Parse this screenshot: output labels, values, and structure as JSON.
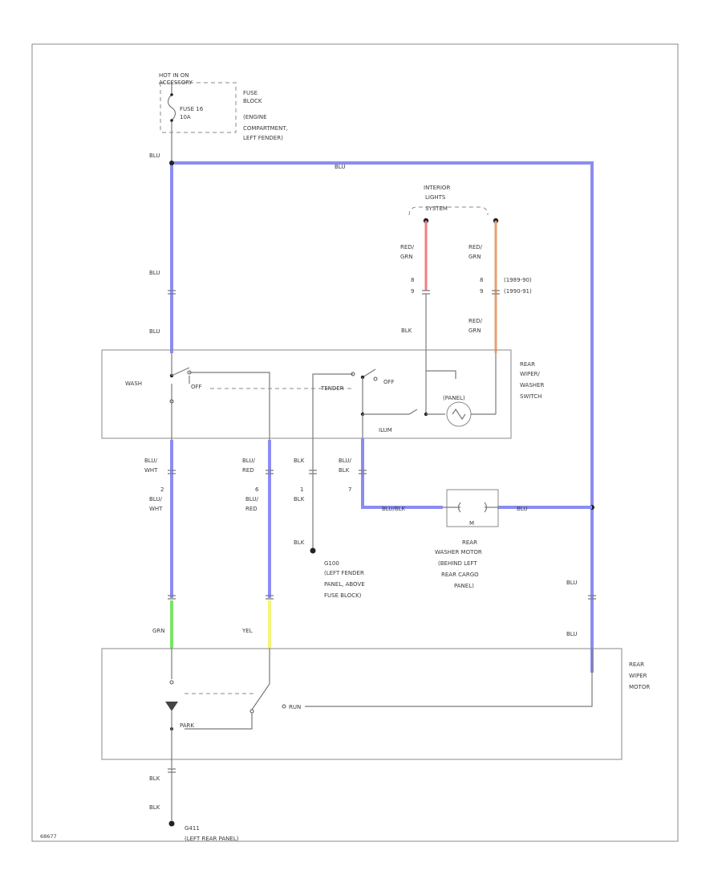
{
  "fuse": {
    "supply": [
      "HOT IN ON",
      "ACCESSORY"
    ],
    "fuse_id": [
      "FUSE 16",
      "10A"
    ],
    "location": [
      "FUSE",
      "BLOCK",
      "(ENGINE",
      "COMPARTMENT,",
      "LEFT FENDER)"
    ]
  },
  "wires": {
    "blu_top": "BLU",
    "blu_top_right": "BLU",
    "blu_upper": "BLU",
    "blu_upper2": "BLU",
    "blu_right_lower": "BLU",
    "blu_right_lower2": "BLU",
    "red_grn_left": [
      "RED/",
      "GRN"
    ],
    "red_grn_right": [
      "RED/",
      "GRN"
    ],
    "red_grn_lower": [
      "RED/",
      "GRN"
    ],
    "blk_switch": "BLK",
    "blu_wht": [
      "BLU/",
      "WHT"
    ],
    "blu_wht_2": [
      "BLU/",
      "WHT"
    ],
    "blu_red": [
      "BLU/",
      "RED"
    ],
    "blu_red_2": [
      "BLU/",
      "RED"
    ],
    "blk_ground": "BLK",
    "blk_ground_2": "BLK",
    "blk_ground_3": "BLK",
    "blu_blk": [
      "BLU/",
      "BLK"
    ],
    "washer_left": "BLU/BLK",
    "washer_right": "BLU",
    "grn": "GRN",
    "yel": "YEL",
    "blk_bottom": "BLK",
    "blk_bottom_2": "BLK"
  },
  "pins": {
    "p2": "2",
    "p6": "6",
    "p1": "1",
    "p7": "7",
    "c_left_a": "8",
    "c_left_b": "9",
    "c_right_a": "8",
    "c_right_b": "9",
    "year_a": "(1989-90)",
    "year_b": "(1990-91)"
  },
  "interior": [
    "INTERIOR",
    "LIGHTS",
    "SYSTEM"
  ],
  "switch": {
    "label": [
      "REAR",
      "WIPER/",
      "WASHER",
      "SWITCH"
    ],
    "wash": "WASH",
    "off_left": "OFF",
    "off_right": "OFF",
    "tender": "TENDER",
    "panel": "(PANEL)",
    "ilum": "ILUM"
  },
  "washer_motor": {
    "symbol": "M",
    "label": [
      "REAR",
      "WASHER MOTOR",
      "(BEHIND LEFT",
      "REAR CARGO",
      "PANEL)"
    ]
  },
  "ground_g": [
    "G100",
    "(LEFT FENDER",
    "PANEL, ABOVE",
    "FUSE BLOCK)"
  ],
  "wiper_motor": {
    "label": [
      "REAR",
      "WIPER",
      "MOTOR"
    ],
    "run_right": "RUN",
    "park": "PARK"
  },
  "ground_bottom": [
    "G411",
    "(LEFT REAR PANEL)"
  ],
  "footer_code": "68677"
}
